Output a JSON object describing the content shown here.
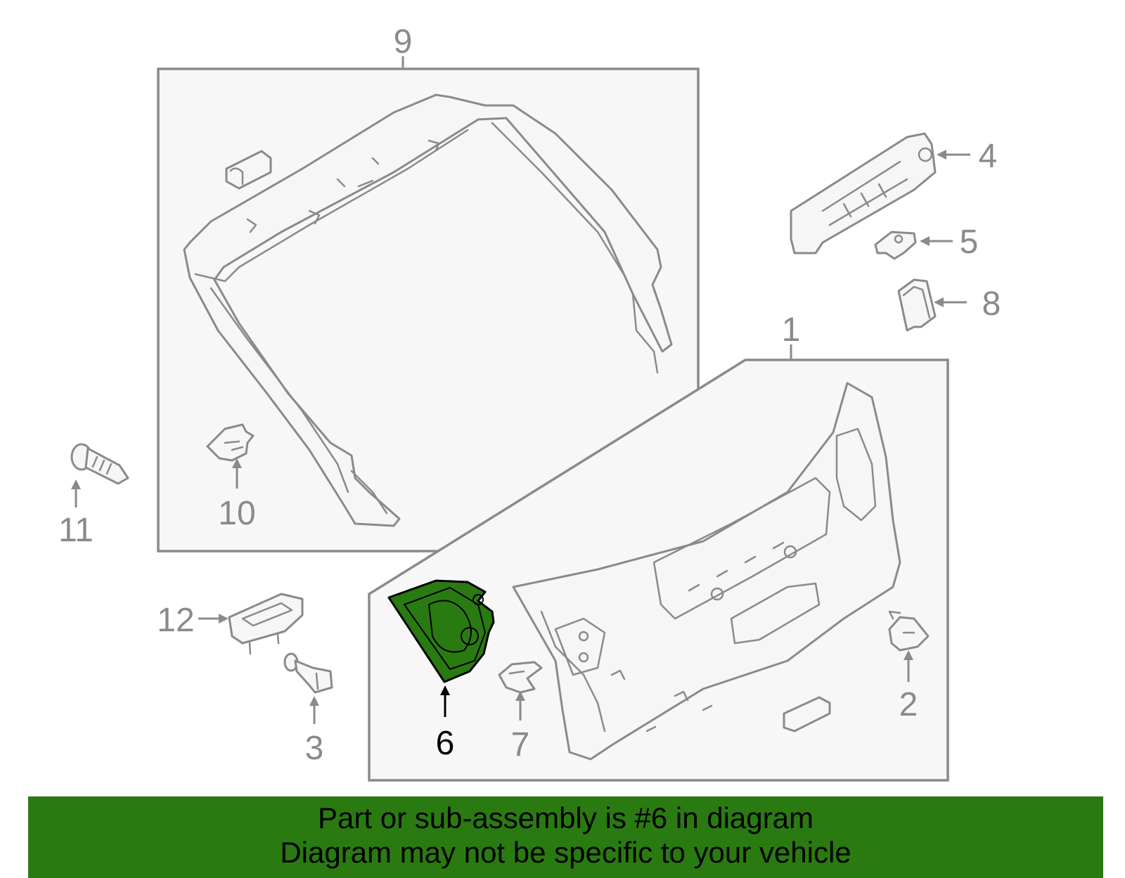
{
  "callouts": {
    "c1": "1",
    "c2": "2",
    "c3": "3",
    "c4": "4",
    "c5": "5",
    "c6": "6",
    "c7": "7",
    "c8": "8",
    "c9": "9",
    "c10": "10",
    "c11": "11",
    "c12": "12"
  },
  "highlighted_part": "6",
  "colors": {
    "highlight": "#2a7a12",
    "line": "#8a8a8a",
    "banner": "#2a7a12"
  },
  "banner": {
    "line1": "Part or sub-assembly is #6 in diagram",
    "line2": "Diagram may not be specific to your vehicle"
  }
}
